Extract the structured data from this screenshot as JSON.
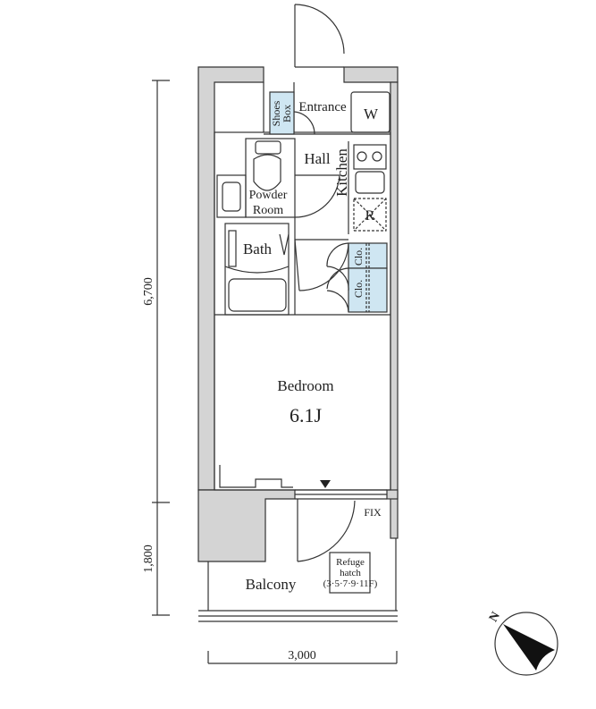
{
  "rooms": {
    "entrance": "Entrance",
    "shoes_box_line1": "Shoes",
    "shoes_box_line2": "Box",
    "washer": "W",
    "hall": "Hall",
    "kitchen": "Kitchen",
    "fridge": "R",
    "powder_room_line1": "Powder",
    "powder_room_line2": "Room",
    "bath": "Bath",
    "closet_upper": "Clo.",
    "closet_lower": "Clo.",
    "bedroom": "Bedroom",
    "bedroom_size": "6.1J",
    "fix": "FIX",
    "balcony": "Balcony",
    "refuge_line1": "Refuge",
    "refuge_line2": "hatch",
    "refuge_line3": "(3·5·7·9·11F)"
  },
  "dimensions": {
    "depth_main": "6,700",
    "depth_balcony": "1,800",
    "width": "3,000"
  },
  "compass": {
    "label": "N"
  },
  "colors": {
    "wall": "#d4d4d4",
    "storage": "#cfe6f2",
    "line": "#333333"
  }
}
